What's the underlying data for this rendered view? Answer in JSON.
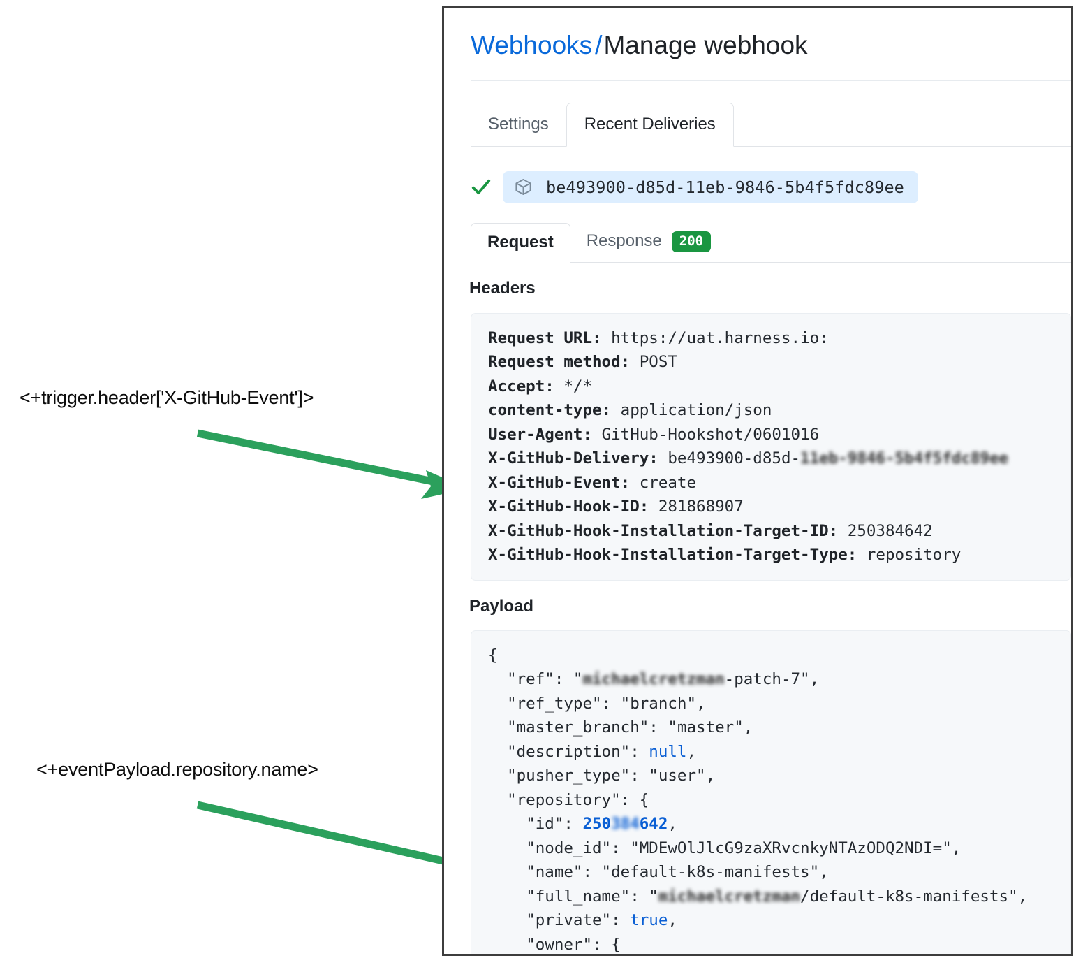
{
  "annotations": [
    {
      "id": "trigger-header",
      "text": "<+trigger.header['X-GitHub-Event']>"
    },
    {
      "id": "event-payload",
      "text": "<+eventPayload.repository.name>"
    }
  ],
  "accent_green": "#2ba05c",
  "panel": {
    "breadcrumb": {
      "link": "Webhooks",
      "separator": "/",
      "current": "Manage webhook"
    },
    "outer_tabs": [
      {
        "label": "Settings",
        "active": false
      },
      {
        "label": "Recent Deliveries",
        "active": true
      }
    ],
    "delivery": {
      "status_icon": "check-icon",
      "package_icon": "cube-icon",
      "guid": "be493900-d85d-11eb-9846-5b4f5fdc89ee"
    },
    "inner_tabs": [
      {
        "label": "Request",
        "active": true,
        "badge": null
      },
      {
        "label": "Response",
        "active": false,
        "badge": "200",
        "badge_color": "#1a9641"
      }
    ],
    "headers_section": {
      "label": "Headers",
      "rows": [
        {
          "key": "Request URL:",
          "value": "https://uat.harness.io:"
        },
        {
          "key": "Request method:",
          "value": "POST"
        },
        {
          "key": "Accept:",
          "value": "*/*"
        },
        {
          "key": "content-type:",
          "value": "application/json"
        },
        {
          "key": "User-Agent:",
          "value": "GitHub-Hookshot/0601016"
        },
        {
          "key": "X-GitHub-Delivery:",
          "value": "be493900-d85d-",
          "redacted_suffix": "11eb-9846-5b4f5fdc89ee"
        },
        {
          "key": "X-GitHub-Event:",
          "value": "create"
        },
        {
          "key": "X-GitHub-Hook-ID:",
          "value": "281868907"
        },
        {
          "key": "X-GitHub-Hook-Installation-Target-ID:",
          "value": "250384642"
        },
        {
          "key": "X-GitHub-Hook-Installation-Target-Type:",
          "value": "repository"
        }
      ]
    },
    "payload_section": {
      "label": "Payload",
      "lines": [
        "{",
        "  \"ref\": \"<redacted>-patch-7\",",
        "  \"ref_type\": \"branch\",",
        "  \"master_branch\": \"master\",",
        "  \"description\": null,",
        "  \"pusher_type\": \"user\",",
        "  \"repository\": {",
        "    \"id\": 250<redacted>642,",
        "    \"node_id\": \"MDEwOlJlcG9zaXRvcnkyNTAzODQ2NDI=\",",
        "    \"name\": \"default-k8s-manifests\",",
        "    \"full_name\": \"<redacted>/default-k8s-manifests\",",
        "    \"private\": true,",
        "    \"owner\": {"
      ],
      "values": {
        "ref_suffix": "-patch-7",
        "ref_type": "branch",
        "master_branch": "master",
        "description": "null",
        "pusher_type": "user",
        "id_prefix": "250",
        "id_suffix": "642",
        "node_id": "MDEwOlJlcG9zaXRvcnkyNTAzODQ2NDI=",
        "name": "default-k8s-manifests",
        "full_name_suffix": "/default-k8s-manifests",
        "private": "true"
      }
    }
  }
}
